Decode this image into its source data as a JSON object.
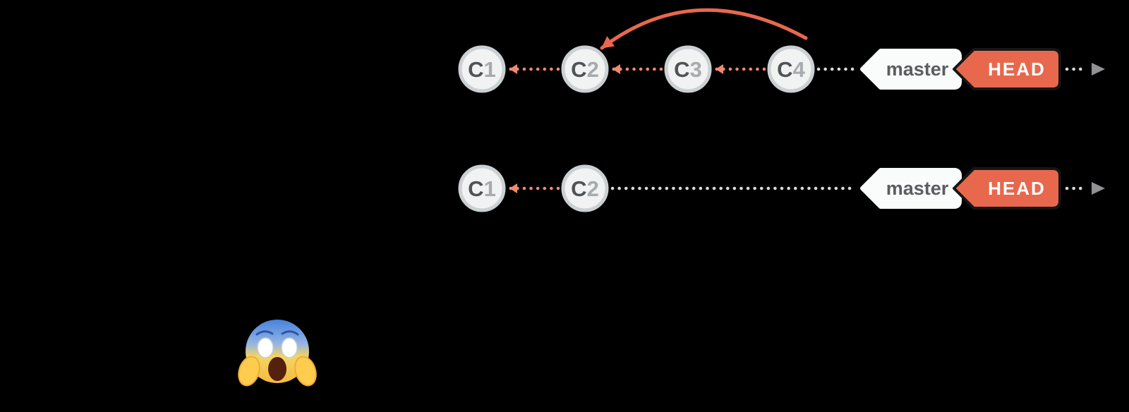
{
  "top_graph": {
    "commits": [
      {
        "letter": "C",
        "number": "1"
      },
      {
        "letter": "C",
        "number": "2"
      },
      {
        "letter": "C",
        "number": "3"
      },
      {
        "letter": "C",
        "number": "4"
      }
    ],
    "branch_tag": "master",
    "head_tag": "HEAD"
  },
  "bottom_graph": {
    "commits": [
      {
        "letter": "C",
        "number": "1"
      },
      {
        "letter": "C",
        "number": "2"
      }
    ],
    "branch_tag": "master",
    "head_tag": "HEAD"
  },
  "emoji": "😱",
  "colors": {
    "accent": "#E8684D",
    "accent_light": "#EF8972",
    "circle_fill": "#F1F2F2",
    "circle_border": "#CBD0D2",
    "letter_color": "#4F5456",
    "number_color": "#A6ABAE",
    "dotted_gray": "#D9DADB",
    "timeline_arrow": "#8E9293",
    "tag_fill": "#FAFBFB",
    "tag_text": "#5A5E61",
    "head_text": "#FFFFFF",
    "bg": "#000000"
  }
}
